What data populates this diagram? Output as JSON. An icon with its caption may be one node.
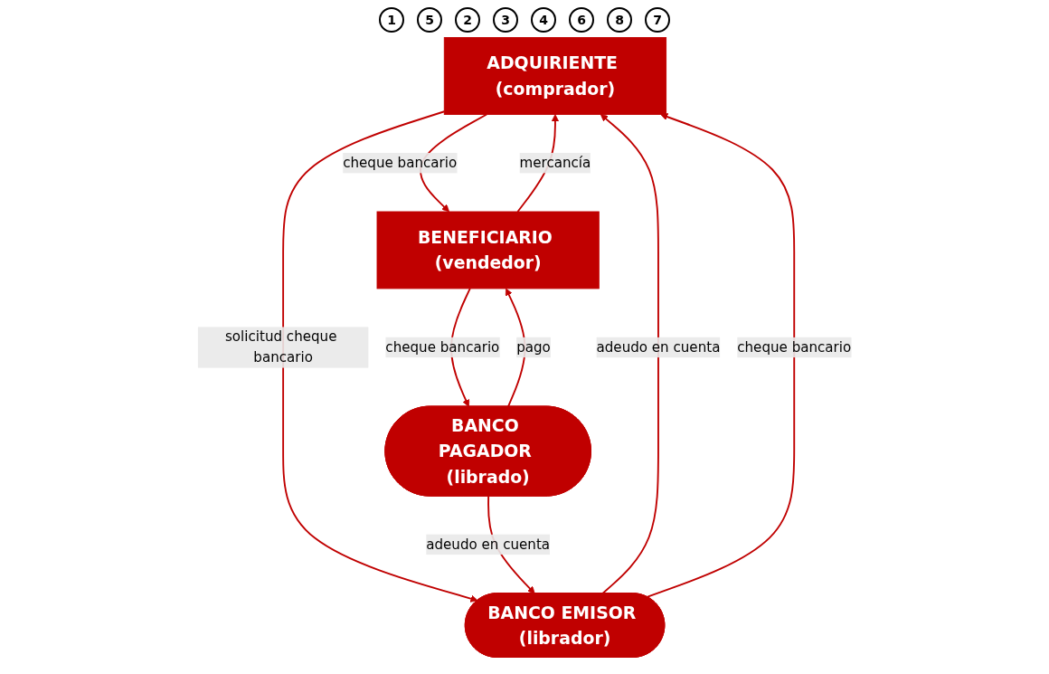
{
  "diagram": {
    "nodes": [
      {
        "text": [
          "ADQUIRIENTE (comprador)"
        ]
      },
      {
        "text": [
          "BENEFICIARIO (vendedor)"
        ]
      },
      {
        "text": [
          "BANCO EMISOR (librador)"
        ]
      },
      {
        "text": [
          "BANCO PAGADOR (librado)"
        ]
      }
    ],
    "edges": [
      {
        "from": 1,
        "to": 0,
        "arrow": "to",
        "label": "mercancía"
      },
      {
        "from": 0,
        "to": 1,
        "arrow": "to",
        "label": "cheque bancario"
      },
      {
        "from": 0,
        "to": 2,
        "arrow": "to",
        "label": "solicitud cheque bancario"
      },
      {
        "from": 2,
        "to": 0,
        "arrow": "to",
        "label": "adeudo en cuenta"
      },
      {
        "from": 2,
        "to": 0,
        "arrow": "to",
        "label": "cheque bancario"
      },
      {
        "from": 1,
        "to": 3,
        "arrow": "to",
        "label": "cheque bancario"
      },
      {
        "from": 3,
        "to": 1,
        "arrow": "to",
        "label": "pago"
      },
      {
        "from": 3,
        "to": 2,
        "arrow": "to",
        "label": "adeudo en cuenta"
      }
    ],
    "labels": [
      "1",
      "5",
      "2",
      "3",
      "4",
      "6",
      "8",
      "7"
    ]
  }
}
